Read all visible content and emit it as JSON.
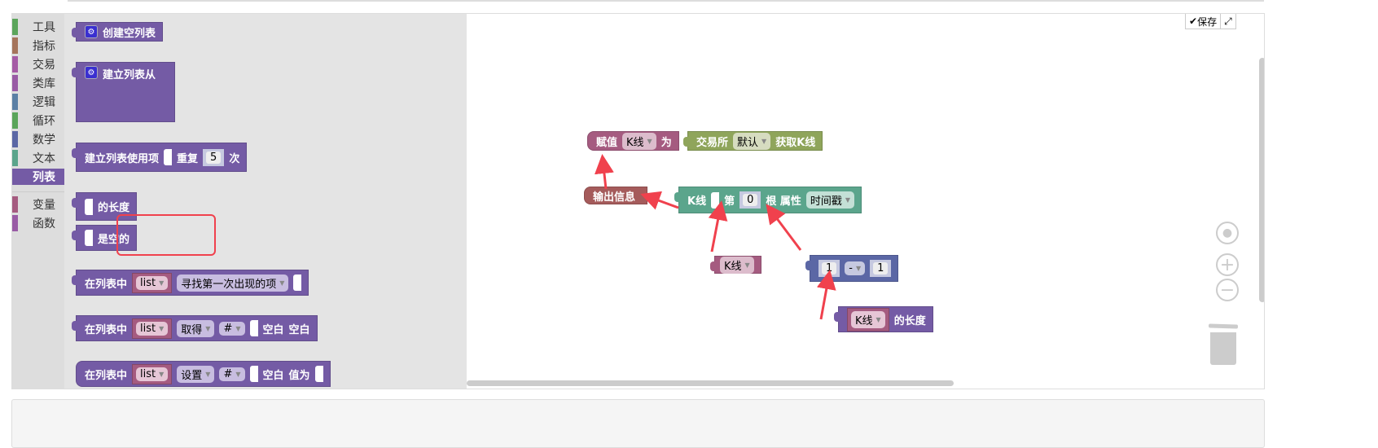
{
  "toolbox": {
    "categories": [
      {
        "label": "工具",
        "color": "#5ba55b"
      },
      {
        "label": "指标",
        "color": "#a5745b"
      },
      {
        "label": "交易",
        "color": "#a55ba5"
      },
      {
        "label": "类库",
        "color": "#995ba5"
      },
      {
        "label": "逻辑",
        "color": "#5b80a5"
      },
      {
        "label": "循环",
        "color": "#5ba55b"
      },
      {
        "label": "数学",
        "color": "#5b67a5"
      },
      {
        "label": "文本",
        "color": "#5ba58c"
      },
      {
        "label": "列表",
        "color": "#745ba5",
        "selected": true
      },
      {
        "label": "变量",
        "color": "#a55b80"
      },
      {
        "label": "函数",
        "color": "#995ba5"
      }
    ]
  },
  "flyout": {
    "create_empty": "创建空列表",
    "create_from": "建立列表从",
    "repeat": {
      "a": "建立列表使用项",
      "b": "重复",
      "n": "5",
      "c": "次"
    },
    "length": "的长度",
    "is_empty": "是空的",
    "find": {
      "a": "在列表中",
      "var": "list",
      "op": "寻找第一次出现的项"
    },
    "get": {
      "a": "在列表中",
      "var": "list",
      "op": "取得",
      "idx": "#",
      "b": "空白",
      "c": "空白"
    },
    "set": {
      "a": "在列表中",
      "var": "list",
      "op": "设置",
      "idx": "#",
      "b": "空白",
      "c": "值为"
    }
  },
  "workspace": {
    "assign": {
      "a": "赋值",
      "var": "K线",
      "b": "为"
    },
    "exchange": {
      "a": "交易所",
      "sel": "默认",
      "b": "获取K线"
    },
    "print": "输出信息",
    "kline": {
      "a": "K线",
      "b": "第",
      "n": "0",
      "c": "根 属性",
      "prop": "时间戳"
    },
    "kvar": "K线",
    "math": {
      "a": "1",
      "op": "-",
      "b": "1"
    },
    "len": {
      "var": "K线",
      "label": "的长度"
    },
    "save": "保存"
  },
  "colors": {
    "list": "#745ba5",
    "var": "#a55b80",
    "exchange": "#8fa55b",
    "print": "#a55b5b",
    "kline": "#5ba58c",
    "math": "#5b67a5",
    "highlight": "#f0414d"
  }
}
